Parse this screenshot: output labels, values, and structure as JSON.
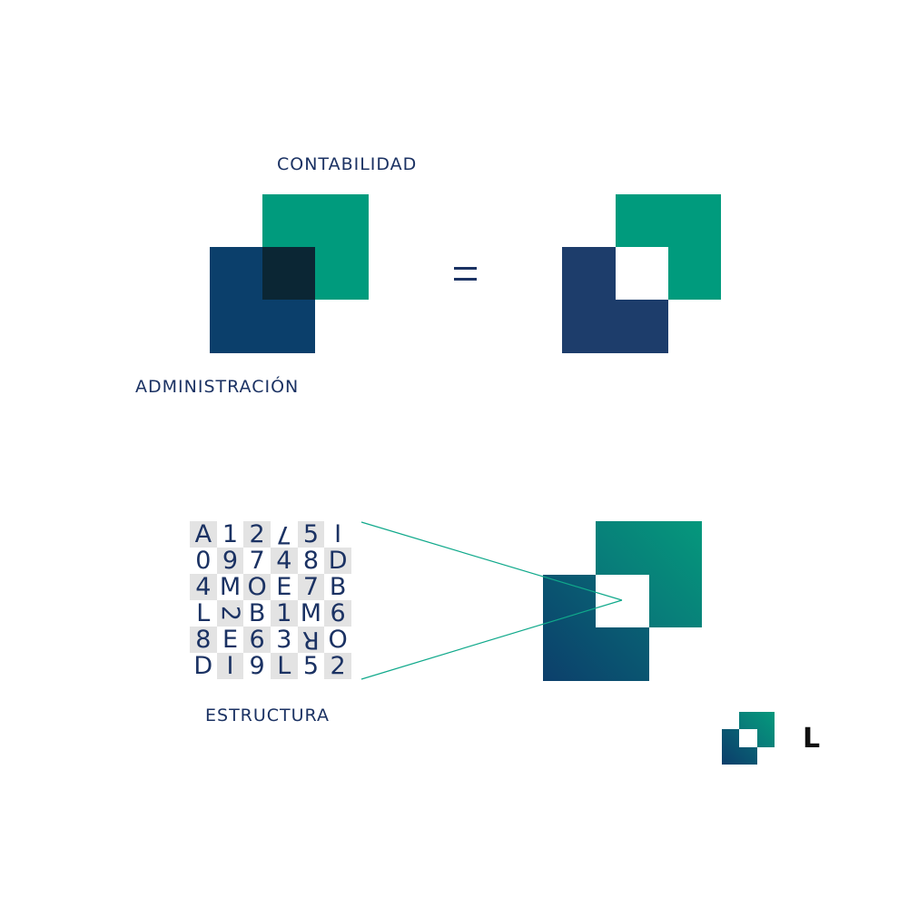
{
  "labels": {
    "contabilidad": "CONTABILIDAD",
    "administracion": "ADMINISTRACIÓN",
    "estructura": "ESTRUCTURA",
    "equals": "=",
    "logo_letter": "L"
  },
  "colors": {
    "green": "#009b7d",
    "navy": "#0b3f6b",
    "overlap": "#0b2634",
    "navy_flat": "#1d3d6b",
    "text": "#1b3263",
    "grid_shade": "#e3e3e3"
  },
  "grid": [
    [
      {
        "c": "A",
        "s": true
      },
      {
        "c": "1",
        "s": false
      },
      {
        "c": "2",
        "s": true
      },
      {
        "c": "7",
        "s": false,
        "t": "r180"
      },
      {
        "c": "5",
        "s": true
      },
      {
        "c": "I",
        "s": false
      }
    ],
    [
      {
        "c": "0",
        "s": false
      },
      {
        "c": "9",
        "s": true
      },
      {
        "c": "7",
        "s": false
      },
      {
        "c": "4",
        "s": true
      },
      {
        "c": "8",
        "s": false
      },
      {
        "c": "D",
        "s": true
      }
    ],
    [
      {
        "c": "4",
        "s": true
      },
      {
        "c": "M",
        "s": false
      },
      {
        "c": "O",
        "s": true
      },
      {
        "c": "E",
        "s": false
      },
      {
        "c": "7",
        "s": true
      },
      {
        "c": "B",
        "s": false
      }
    ],
    [
      {
        "c": "L",
        "s": false
      },
      {
        "c": "2",
        "s": true,
        "t": "r90"
      },
      {
        "c": "B",
        "s": false
      },
      {
        "c": "1",
        "s": true
      },
      {
        "c": "M",
        "s": false
      },
      {
        "c": "6",
        "s": true
      }
    ],
    [
      {
        "c": "8",
        "s": true
      },
      {
        "c": "E",
        "s": false
      },
      {
        "c": "6",
        "s": true
      },
      {
        "c": "3",
        "s": false
      },
      {
        "c": "R",
        "s": true,
        "t": "r180"
      },
      {
        "c": "O",
        "s": false
      }
    ],
    [
      {
        "c": "D",
        "s": false
      },
      {
        "c": "I",
        "s": true
      },
      {
        "c": "9",
        "s": false
      },
      {
        "c": "L",
        "s": true
      },
      {
        "c": "5",
        "s": false
      },
      {
        "c": "2",
        "s": true
      }
    ]
  ]
}
